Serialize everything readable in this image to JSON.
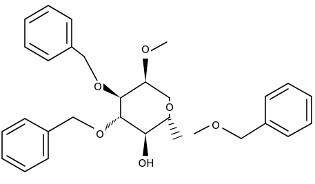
{
  "molecule": {
    "atom_labels": {
      "methoxy_o": "O",
      "ring_o": "O",
      "o_benzyl_c2": "O",
      "o_benzyl_c3": "O",
      "o_benzyl_c6": "O",
      "hydroxyl": "OH"
    },
    "colors": {
      "bond": "#000000",
      "label": "#000000",
      "background": "#ffffff"
    }
  }
}
